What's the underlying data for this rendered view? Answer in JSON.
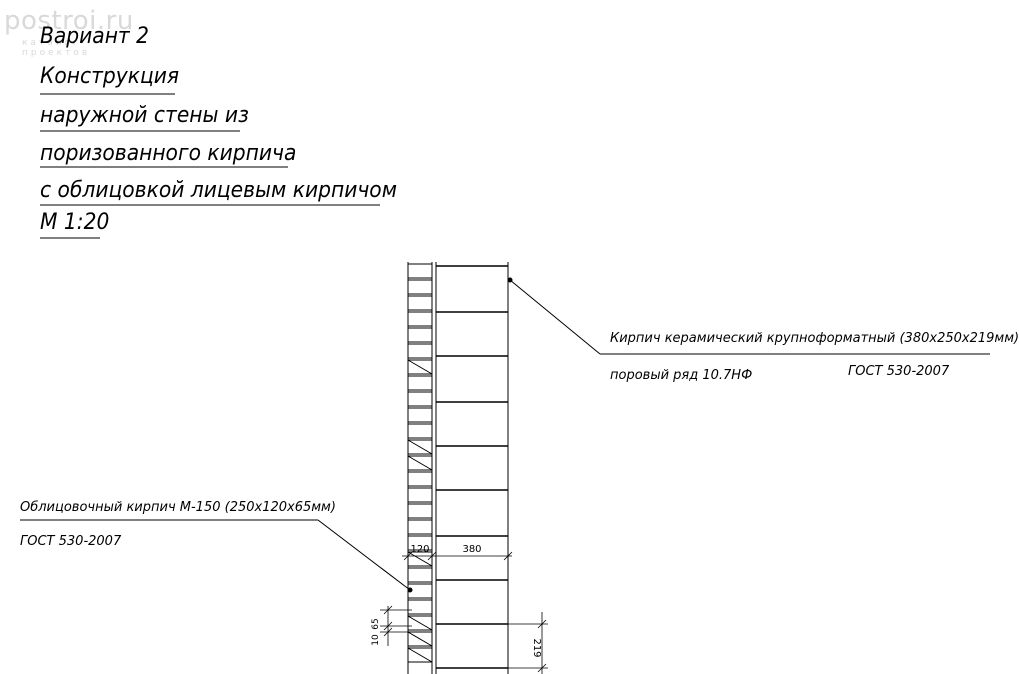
{
  "watermark": {
    "site": "postroi.ru",
    "tagline": "каталог проектов"
  },
  "title": {
    "variant": "Вариант 2",
    "lines": [
      "Конструкция",
      "наружной стены из",
      "поризованного кирпича",
      "с облицовкой лицевым кирпичом"
    ],
    "scale": "М 1:20"
  },
  "callouts": {
    "ceramic_brick": {
      "label": "Кирпич керамический крупноформатный (380x250x219мм)",
      "sublabel": "поровый ряд 10.7НФ",
      "standard": "ГОСТ 530-2007"
    },
    "facing_brick": {
      "label": "Облицовочный кирпич М-150 (250x120x65мм)",
      "standard": "ГОСТ 530-2007"
    }
  },
  "dimensions": {
    "facing_width": "120",
    "block_width": "380",
    "course_height": "65",
    "joint": "10",
    "block_height": "219"
  },
  "colors": {
    "line": "#000000",
    "watermark": "#d9d9d9"
  }
}
